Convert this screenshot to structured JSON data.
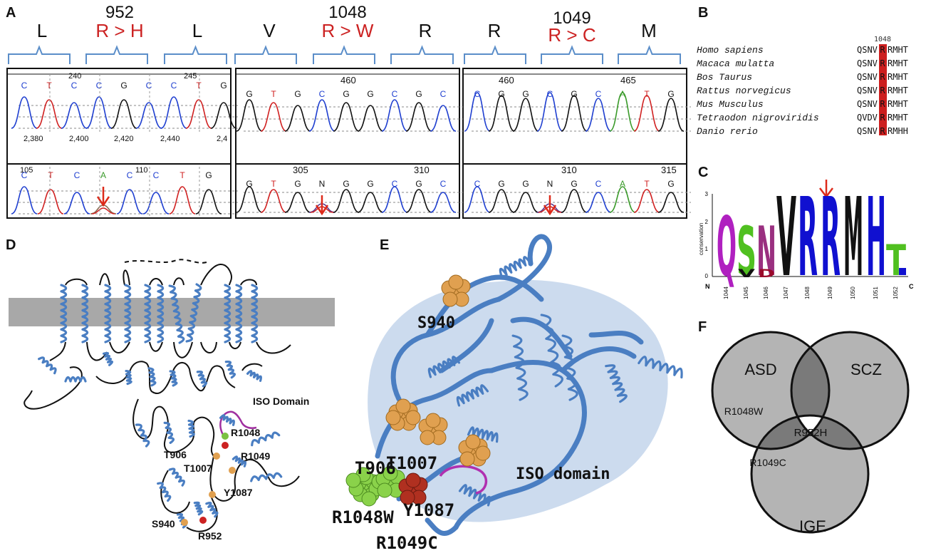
{
  "colors": {
    "mutation_red": "#cc2222",
    "bracket_blue": "#5b8ec9",
    "helix_blue": "#4a7ec2",
    "membrane_gray": "#a8a8a8",
    "base_C": "#1f3fd0",
    "base_T": "#d02020",
    "base_G": "#111111",
    "base_A": "#3a9a2a",
    "orange_residue": "#e0a050",
    "green_residue": "#7bc142",
    "red_residue": "#b03020",
    "iso_magenta": "#a030a0",
    "venn_fill": "#b4b4b4",
    "venn_dark": "#7a7a7a"
  },
  "panelA": {
    "label": "A",
    "mutations": [
      {
        "pos": "952",
        "change": "R > H",
        "left_aa": "L",
        "right_aa": "L"
      },
      {
        "pos": "1048",
        "change": "R > W",
        "left_aa": "V",
        "right_aa": "R"
      },
      {
        "pos": "1049",
        "change": "R > C",
        "left_aa": "R",
        "right_aa": "M"
      }
    ],
    "trace1": {
      "top_bases": [
        "C",
        "T",
        "C",
        "C",
        "G",
        "C",
        "C",
        "T",
        "G"
      ],
      "top_numbers": [
        "240",
        "245"
      ],
      "axis_ticks": [
        "2,380",
        "2,400",
        "2,420",
        "2,440",
        "2,4"
      ],
      "bottom_bases": [
        "C",
        "T",
        "C",
        "A",
        "C",
        "C",
        "T",
        "G"
      ],
      "bottom_numbers": [
        "105",
        "110"
      ]
    },
    "trace2": {
      "top_bases": [
        "G",
        "T",
        "G",
        "C",
        "G",
        "G",
        "C",
        "G",
        "C"
      ],
      "top_numbers": [
        "460"
      ],
      "bottom_bases": [
        "G",
        "T",
        "G",
        "N",
        "G",
        "G",
        "C",
        "G",
        "C"
      ],
      "bottom_numbers": [
        "305",
        "310"
      ]
    },
    "trace3": {
      "top_bases": [
        "C",
        "G",
        "G",
        "C",
        "G",
        "C",
        "A",
        "T",
        "G"
      ],
      "top_numbers": [
        "460",
        "465"
      ],
      "bottom_bases": [
        "C",
        "G",
        "G",
        "N",
        "G",
        "C",
        "A",
        "T",
        "G"
      ],
      "bottom_numbers": [
        "310",
        "315"
      ]
    }
  },
  "panelB": {
    "label": "B",
    "position": "1048",
    "species": [
      {
        "name": "Homo sapiens",
        "seq_pre": "QSNV",
        "seq_hl": "R",
        "seq_post": "RMHT"
      },
      {
        "name": "Macaca mulatta",
        "seq_pre": "QSNV",
        "seq_hl": "R",
        "seq_post": "RMHT"
      },
      {
        "name": "Bos Taurus",
        "seq_pre": "QSNV",
        "seq_hl": "R",
        "seq_post": "RMHT"
      },
      {
        "name": "Rattus norvegicus",
        "seq_pre": "QSNV",
        "seq_hl": "R",
        "seq_post": "RMHT"
      },
      {
        "name": "Mus Musculus",
        "seq_pre": "QSNV",
        "seq_hl": "R",
        "seq_post": "RMHT"
      },
      {
        "name": "Tetraodon nigroviridis",
        "seq_pre": "QVDV",
        "seq_hl": "R",
        "seq_post": "RMHT"
      },
      {
        "name": "Danio rerio",
        "seq_pre": "QSNV",
        "seq_hl": "R",
        "seq_post": "RMHH"
      }
    ]
  },
  "panelC": {
    "label": "C",
    "ylabel": "conservation",
    "yticks": [
      "3",
      "2",
      "1",
      "0"
    ],
    "letters": [
      "Q",
      "S",
      "N",
      "V",
      "R",
      "R",
      "M",
      "H",
      "T"
    ],
    "xticks": [
      "1044",
      "1045",
      "1046",
      "1047",
      "1048",
      "1049",
      "1050",
      "1051",
      "1052"
    ],
    "n_label": "N",
    "c_label": "C",
    "sub_letters": [
      "V",
      "D"
    ]
  },
  "panelD": {
    "label": "D",
    "iso_label": "ISO Domain",
    "residues": [
      "R1048",
      "R1049",
      "T906",
      "T1007",
      "Y1087",
      "S940",
      "R952"
    ]
  },
  "panelE": {
    "label": "E",
    "labels": {
      "s940": "S940",
      "t906": "T906",
      "t1007": "T1007",
      "iso": "ISO domain",
      "y1087": "Y1087",
      "r1048w": "R1048W",
      "r1049c": "R1049C"
    }
  },
  "panelF": {
    "label": "F",
    "sets": [
      "ASD",
      "SCZ",
      "IGE"
    ],
    "r1048w": "R1048W",
    "r952h": "R952H",
    "r1049c": "R1049C"
  }
}
